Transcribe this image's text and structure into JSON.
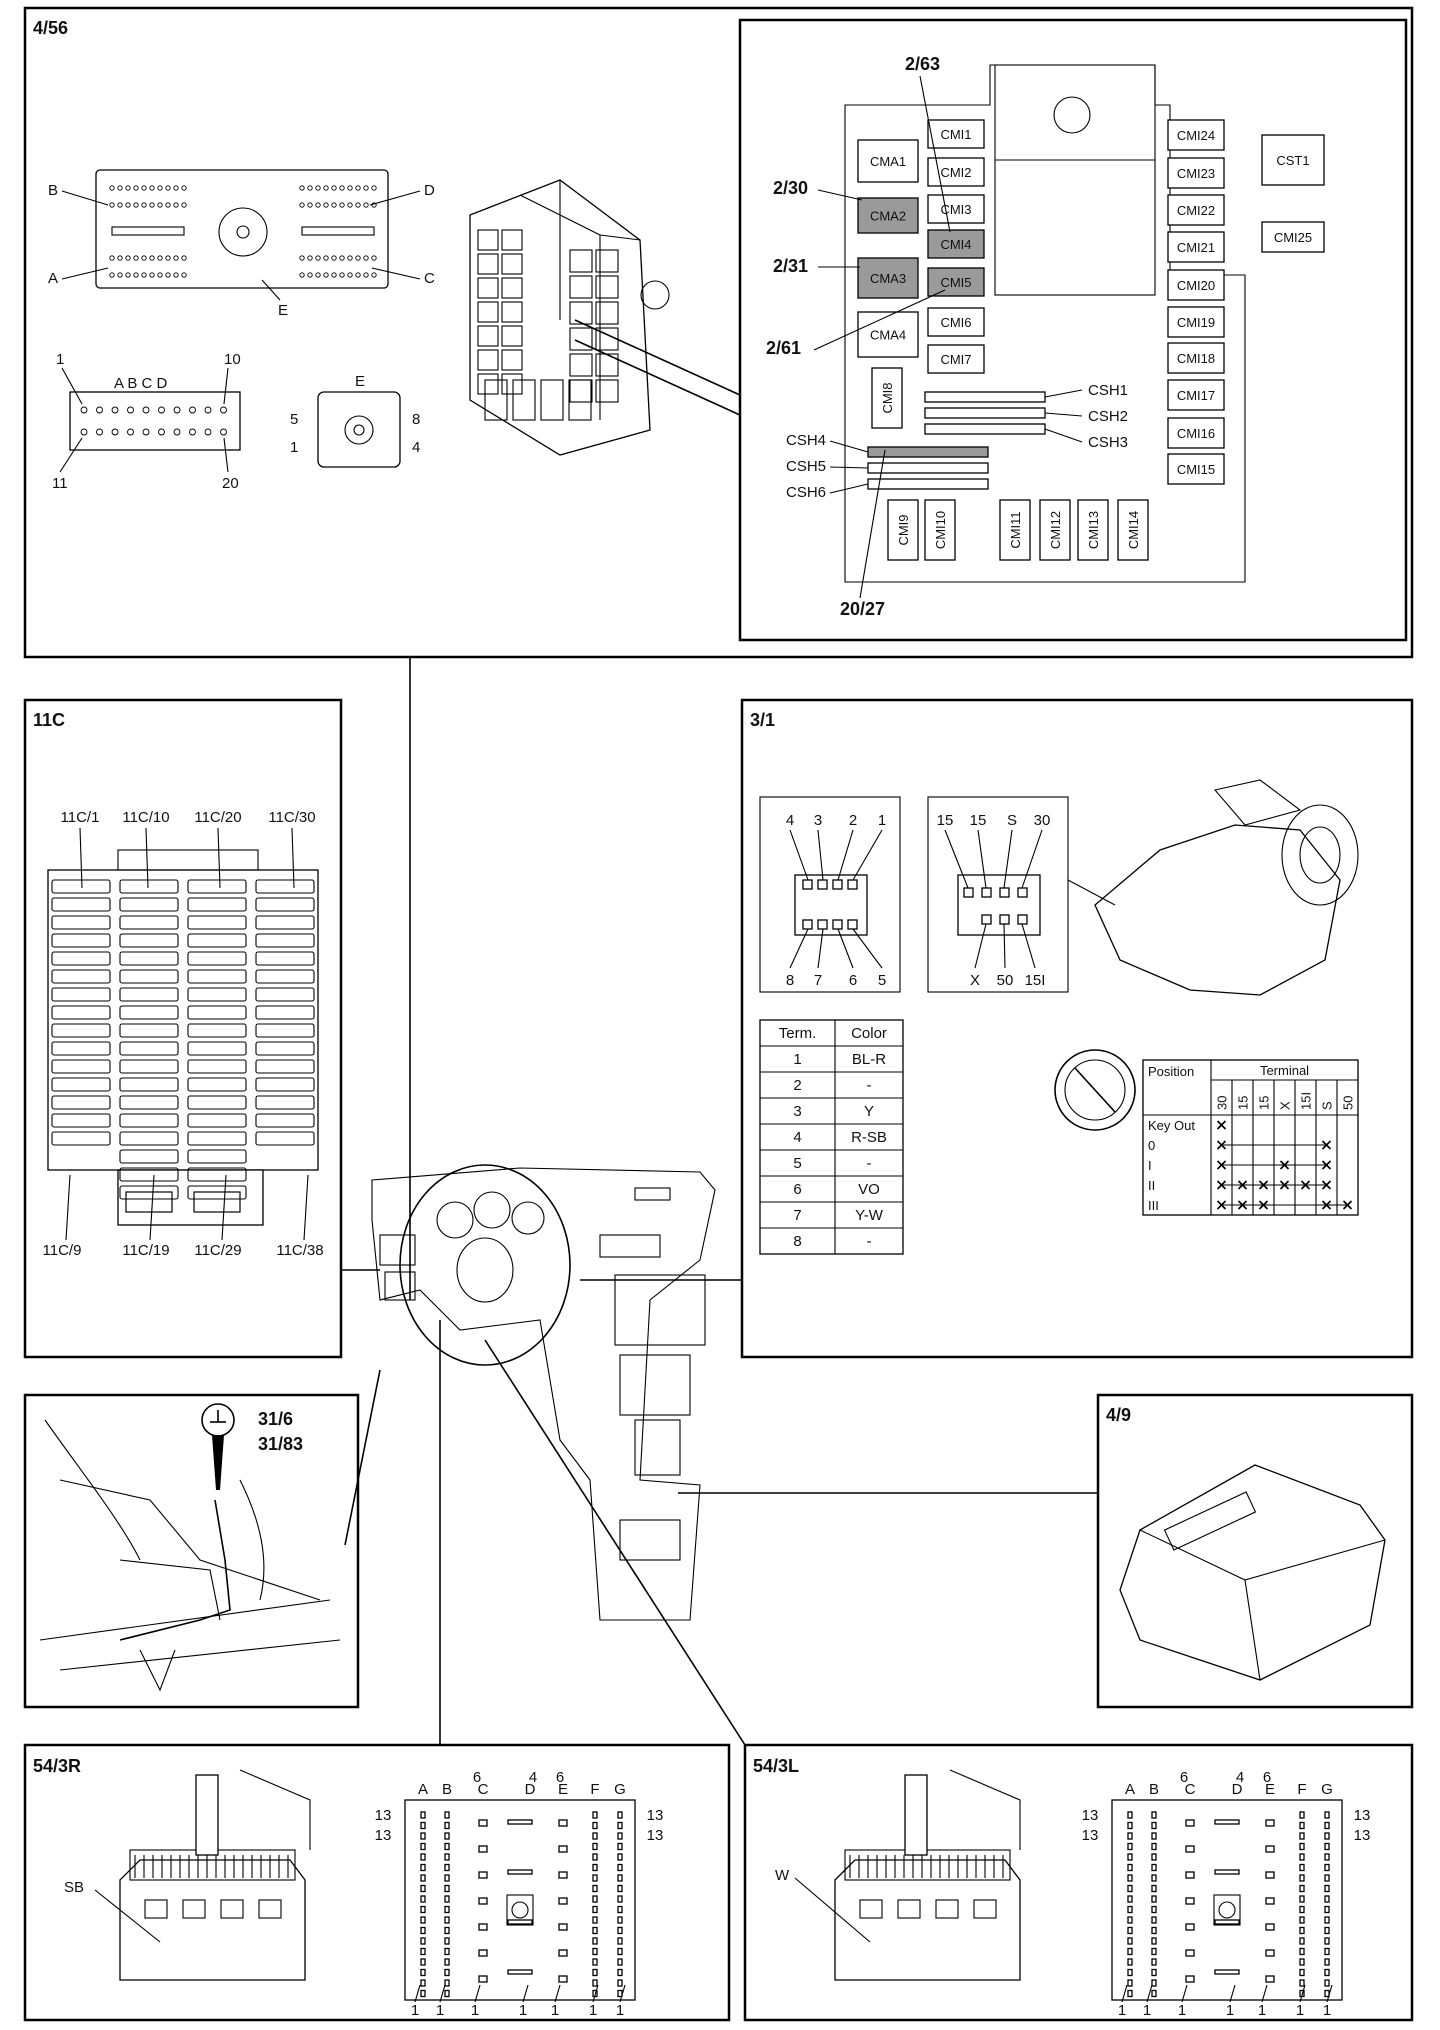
{
  "panels": {
    "p456": "4/56",
    "p11c": "11C",
    "p31": "3/1",
    "p316": "31/6",
    "p3183": "31/83",
    "p49": "4/9",
    "p543r": "54/3R",
    "p543l": "54/3L"
  },
  "cem": {
    "letters": {
      "B": "B",
      "D": "D",
      "A": "A",
      "C": "C",
      "E": "E"
    },
    "conn20": {
      "n1": "1",
      "n10": "10",
      "n11": "11",
      "n20": "20",
      "abcd": "A B C D"
    },
    "connE": {
      "e": "E",
      "n5": "5",
      "n8": "8",
      "n1": "1",
      "n4": "4"
    },
    "relays": [
      "CMA1",
      "CMA2",
      "CMA3",
      "CMA4",
      "CMI1",
      "CMI2",
      "CMI3",
      "CMI4",
      "CMI5",
      "CMI6",
      "CMI7",
      "CMI8",
      "CMI9",
      "CMI10",
      "CMI11",
      "CMI12",
      "CMI13",
      "CMI14",
      "CMI15",
      "CMI16",
      "CMI17",
      "CMI18",
      "CMI19",
      "CMI20",
      "CMI21",
      "CMI22",
      "CMI23",
      "CMI24",
      "CMI25",
      "CST1"
    ],
    "fuse_strips": [
      "CSH1",
      "CSH2",
      "CSH3",
      "CSH4",
      "CSH5",
      "CSH6"
    ],
    "callouts": {
      "c263": "2/63",
      "c230": "2/30",
      "c231": "2/31",
      "c261": "2/61",
      "c2027": "20/27"
    }
  },
  "fusebox11c": {
    "top": [
      "11C/1",
      "11C/10",
      "11C/20",
      "11C/30"
    ],
    "bottom": [
      "11C/9",
      "11C/19",
      "11C/29",
      "11C/38"
    ]
  },
  "ignition": {
    "connA_top": [
      "4",
      "3",
      "2",
      "1"
    ],
    "connA_bottom": [
      "8",
      "7",
      "6",
      "5"
    ],
    "connB_top": [
      "15",
      "15",
      "S",
      "30"
    ],
    "connB_bottom": [
      "X",
      "50",
      "15I"
    ],
    "term_table": {
      "headers": [
        "Term.",
        "Color"
      ],
      "rows": [
        [
          "1",
          "BL-R"
        ],
        [
          "2",
          "-"
        ],
        [
          "3",
          "Y"
        ],
        [
          "4",
          "R-SB"
        ],
        [
          "5",
          "-"
        ],
        [
          "6",
          "VO"
        ],
        [
          "7",
          "Y-W"
        ],
        [
          "8",
          "-"
        ]
      ]
    },
    "position_table": {
      "position_header": "Position",
      "terminal_header": "Terminal",
      "columns": [
        "30",
        "15",
        "15",
        "X",
        "15I",
        "S",
        "50"
      ],
      "rows": [
        "Key Out",
        "0",
        "I",
        "II",
        "III"
      ],
      "marks": [
        [
          0
        ],
        [
          0,
          5
        ],
        [
          0,
          3,
          5
        ],
        [
          0,
          1,
          2,
          3,
          4,
          5
        ],
        [
          0,
          1,
          2,
          5,
          6
        ]
      ]
    }
  },
  "connectors54": {
    "right_marker": "SB",
    "left_marker": "W",
    "cols": [
      "A",
      "B",
      "C",
      "D",
      "E",
      "F",
      "G"
    ],
    "n6": "6",
    "n4": "4",
    "n13": "13",
    "n1": "1"
  }
}
